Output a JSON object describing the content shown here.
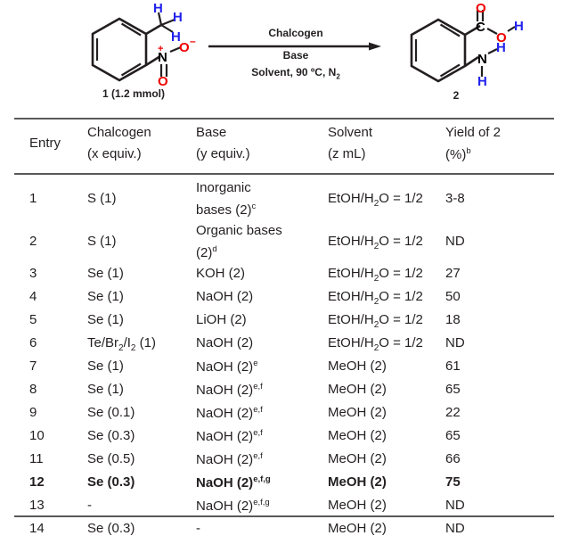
{
  "scheme": {
    "reactant": {
      "label": "1 (1.2 mmol)",
      "methyl_hydrogens": [
        "H",
        "H",
        "H"
      ],
      "nitro": {
        "n": "N",
        "n_charge": "+",
        "o_minus": "O",
        "o_charge": "–",
        "o_double": "O"
      }
    },
    "arrow_conditions": {
      "above": "Chalcogen",
      "below1": "Base",
      "below2_pre": "Solvent, 90 ºC, N",
      "below2_sub": "2"
    },
    "product": {
      "label": "2",
      "carboxyl": {
        "o_double": "O",
        "c": "C",
        "o_h": "O",
        "h": "H"
      },
      "amine": {
        "n": "N",
        "h1": "H",
        "h2": "H"
      }
    }
  },
  "table": {
    "headers": [
      {
        "line1": "Entry",
        "line2": ""
      },
      {
        "line1": "Chalcogen",
        "line2": "(x equiv.)"
      },
      {
        "line1": "Base",
        "line2": "(y equiv.)"
      },
      {
        "line1": "Solvent",
        "line2": "(z mL)"
      },
      {
        "line1": "Yield of 2",
        "line2": "(%)",
        "line2_sup": "b"
      }
    ],
    "rows": [
      {
        "entry": "1",
        "chalcogen": "S (1)",
        "base": "Inorganic bases (2)",
        "base_sup": "c",
        "solvent": "EtOH/H2O = 1/2",
        "yield": "3-8",
        "bold": false,
        "twoline": true,
        "base_line1": "Inorganic",
        "base_line2": "bases (2)"
      },
      {
        "entry": "2",
        "chalcogen": "S (1)",
        "base": "Organic bases (2)",
        "base_sup": "d",
        "solvent": "EtOH/H2O = 1/2",
        "yield": "ND",
        "bold": false,
        "twoline": true,
        "base_line1": "Organic bases",
        "base_line2": "(2)"
      },
      {
        "entry": "3",
        "chalcogen": "Se (1)",
        "base": "KOH (2)",
        "base_sup": "",
        "solvent": "EtOH/H2O = 1/2",
        "yield": "27",
        "bold": false,
        "twoline": false
      },
      {
        "entry": "4",
        "chalcogen": "Se (1)",
        "base": "NaOH (2)",
        "base_sup": "",
        "solvent": "EtOH/H2O = 1/2",
        "yield": "50",
        "bold": false,
        "twoline": false
      },
      {
        "entry": "5",
        "chalcogen": "Se (1)",
        "base": "LiOH (2)",
        "base_sup": "",
        "solvent": "EtOH/H2O = 1/2",
        "yield": "18",
        "bold": false,
        "twoline": false
      },
      {
        "entry": "6",
        "chalcogen": "Te/Br2/I2 (1)",
        "base": "NaOH (2)",
        "base_sup": "",
        "solvent": "EtOH/H2O = 1/2",
        "yield": "ND",
        "bold": false,
        "twoline": false
      },
      {
        "entry": "7",
        "chalcogen": "Se (1)",
        "base": "NaOH (2)",
        "base_sup": "e",
        "solvent": "MeOH (2)",
        "yield": "61",
        "bold": false,
        "twoline": false
      },
      {
        "entry": "8",
        "chalcogen": "Se (1)",
        "base": "NaOH (2)",
        "base_sup": "e,f",
        "solvent": "MeOH (2)",
        "yield": "65",
        "bold": false,
        "twoline": false
      },
      {
        "entry": "9",
        "chalcogen": "Se (0.1)",
        "base": "NaOH (2)",
        "base_sup": "e,f",
        "solvent": "MeOH (2)",
        "yield": "22",
        "bold": false,
        "twoline": false
      },
      {
        "entry": "10",
        "chalcogen": "Se (0.3)",
        "base": "NaOH (2)",
        "base_sup": "e,f",
        "solvent": "MeOH (2)",
        "yield": "65",
        "bold": false,
        "twoline": false
      },
      {
        "entry": "11",
        "chalcogen": "Se (0.5)",
        "base": "NaOH (2)",
        "base_sup": "e,f",
        "solvent": "MeOH (2)",
        "yield": "66",
        "bold": false,
        "twoline": false
      },
      {
        "entry": "12",
        "chalcogen": "Se (0.3)",
        "base": "NaOH (2)",
        "base_sup": "e,f,g",
        "solvent": "MeOH (2)",
        "yield": "75",
        "bold": true,
        "twoline": false
      },
      {
        "entry": "13",
        "chalcogen": "-",
        "base": "NaOH (2)",
        "base_sup": "e,f,g",
        "solvent": "MeOH (2)",
        "yield": "ND",
        "bold": false,
        "twoline": false
      },
      {
        "entry": "14",
        "chalcogen": "Se (0.3)",
        "base": "-",
        "base_sup": "",
        "solvent": "MeOH (2)",
        "yield": "ND",
        "bold": false,
        "twoline": false
      }
    ]
  },
  "colors": {
    "hydrogen": "#2222ee",
    "oxygen": "#ee0000",
    "text": "#231f20",
    "rule": "#58595b"
  }
}
